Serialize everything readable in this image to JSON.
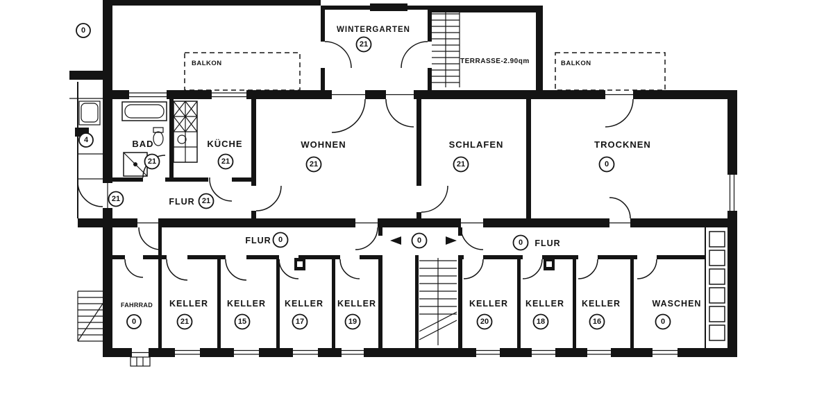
{
  "plan": {
    "outdoor": {
      "wintergarten_label": "WINTERGARTEN",
      "wintergarten_value": "21",
      "terrasse_label": "TERRASSE-2.90qm",
      "balkon_left_label": "BALKON",
      "balkon_right_label": "BALKON"
    },
    "upper_floor": {
      "bad": {
        "label": "BAD",
        "value": "21"
      },
      "kueche": {
        "label": "KÜCHE",
        "value": "21"
      },
      "wohnen": {
        "label": "WOHNEN",
        "value": "21"
      },
      "schlafen": {
        "label": "SCHLAFEN",
        "value": "21"
      },
      "trocknen": {
        "label": "TROCKNEN",
        "value": "0"
      },
      "flur": {
        "label": "FLUR",
        "value": "21"
      },
      "entry_value": "21"
    },
    "basement": {
      "flur_left": {
        "label": "FLUR",
        "value": "0"
      },
      "center_value": "0",
      "flur_right": {
        "label": "FLUR",
        "value": "0"
      },
      "fahrrad": {
        "label": "FAHRRAD",
        "value": "0"
      },
      "keller": [
        {
          "label": "KELLER",
          "value": "21"
        },
        {
          "label": "KELLER",
          "value": "15"
        },
        {
          "label": "KELLER",
          "value": "17"
        },
        {
          "label": "KELLER",
          "value": "19"
        },
        {
          "label": "KELLER",
          "value": "20"
        },
        {
          "label": "KELLER",
          "value": "18"
        },
        {
          "label": "KELLER",
          "value": "16"
        }
      ],
      "waschen": {
        "label": "WASCHEN",
        "value": "0"
      }
    },
    "left_edge": {
      "top_value": "0",
      "mid_value": "4"
    }
  }
}
